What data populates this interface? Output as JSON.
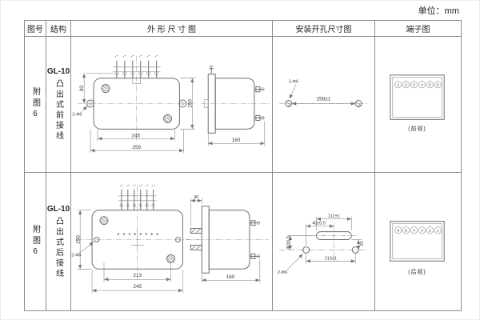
{
  "unit_label": "单位：mm",
  "table": {
    "headers": {
      "fig": "图号",
      "structure": "结构",
      "outline": "外 形 尺 寸 图",
      "install": "安装开孔尺寸图",
      "terminal": "端子图"
    },
    "rows": [
      {
        "fig_no": "附图6",
        "model": "GL-10",
        "wiring": "凸出式前接线",
        "outline": {
          "width_inner": "245",
          "width_outer": "259",
          "height": "150",
          "top_offset": "90",
          "depth": "160",
          "hole_note": "2-Φ6"
        },
        "install": {
          "span": "258±1",
          "hole_note": "2-Φ6"
        },
        "terminal": {
          "numbers": [
            "1",
            "2",
            "3",
            "4",
            "5",
            "6"
          ],
          "caption": "(前视)"
        }
      },
      {
        "fig_no": "附图6",
        "model": "GL-10",
        "wiring": "凸出式后接线",
        "outline": {
          "width_inner": "213",
          "width_outer": "245",
          "height": "150",
          "stud_len": "40",
          "depth": "160",
          "hole_note": "2-Φ6"
        },
        "install": {
          "slot_width": "112±1",
          "offset_h": "40±0.5",
          "offset_v": "40±0.5",
          "slot_height": "20",
          "span": "213±1",
          "hole_note": "2-Φ6"
        },
        "terminal": {
          "numbers": [
            "6",
            "5",
            "4",
            "3",
            "2",
            "1"
          ],
          "caption": "(后视)"
        }
      }
    ]
  }
}
